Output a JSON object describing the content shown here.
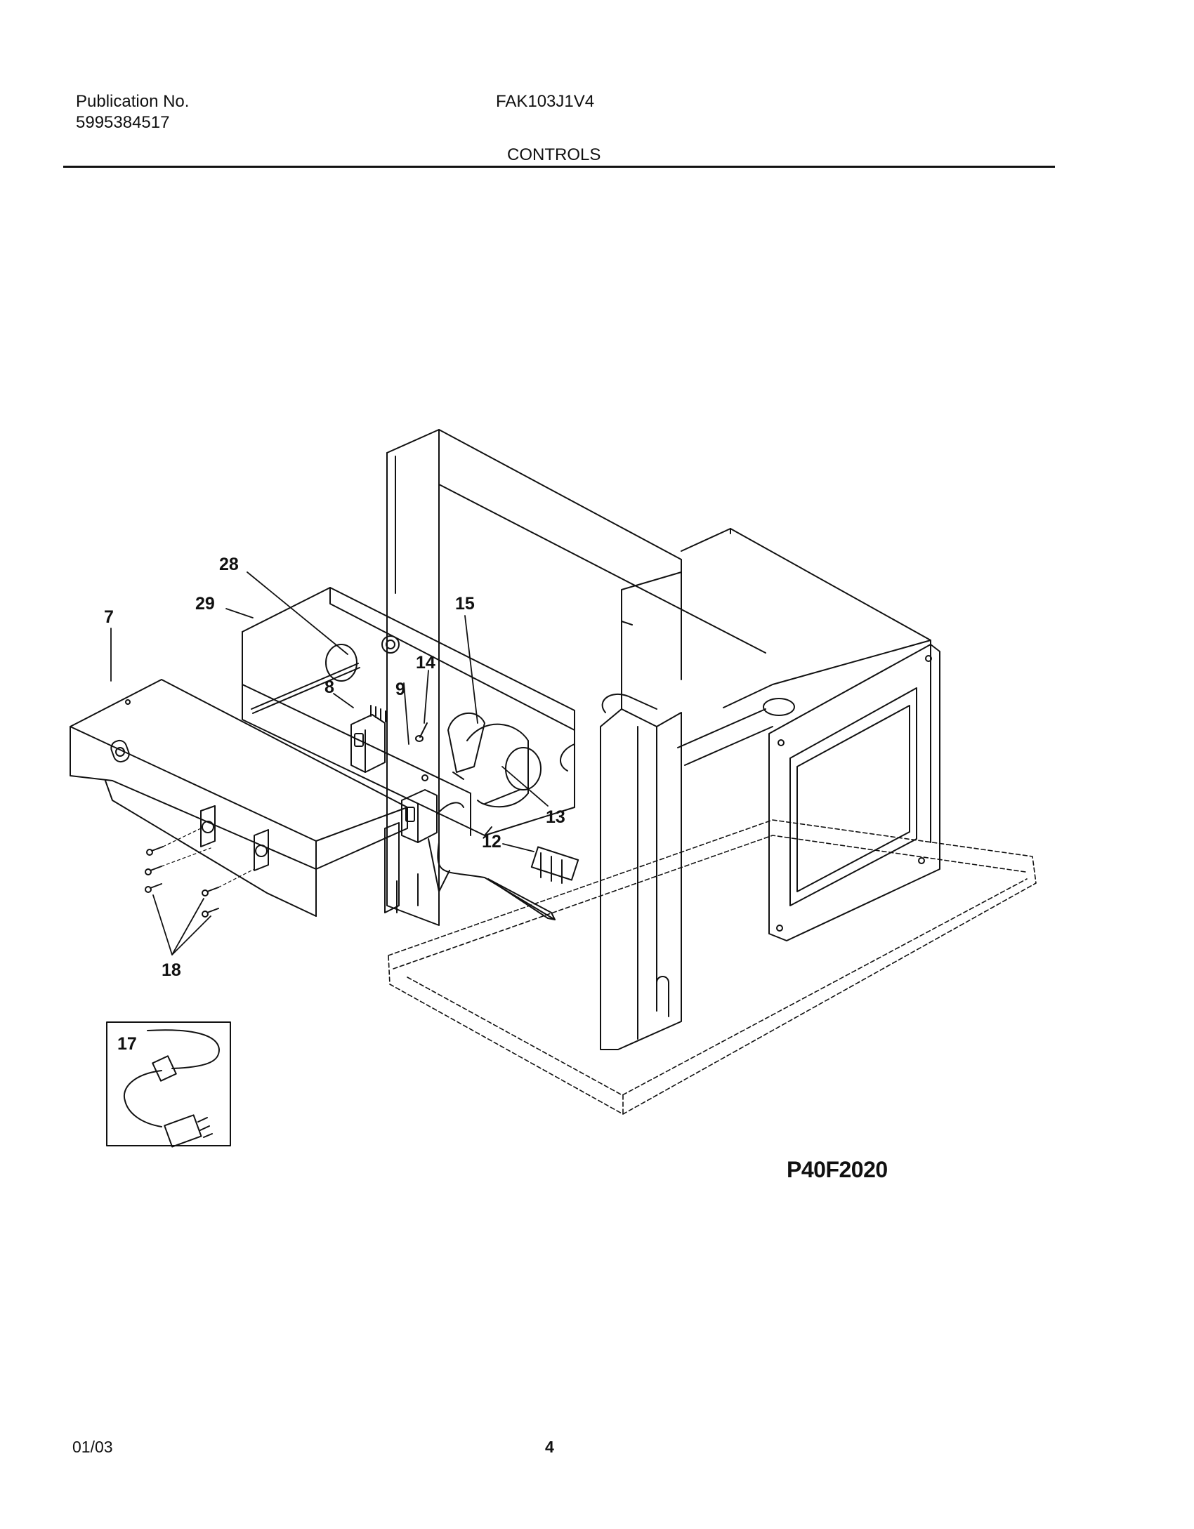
{
  "header": {
    "publication_label": "Publication No.",
    "publication_number": "5995384517",
    "model": "FAK103J1V4",
    "section_title": "CONTROLS"
  },
  "diagram": {
    "callouts": [
      "28",
      "29",
      "7",
      "15",
      "14",
      "8",
      "9",
      "13",
      "12",
      "18",
      "17"
    ]
  },
  "footer": {
    "figure_id": "P40F2020",
    "date": "01/03",
    "page_number": "4"
  }
}
